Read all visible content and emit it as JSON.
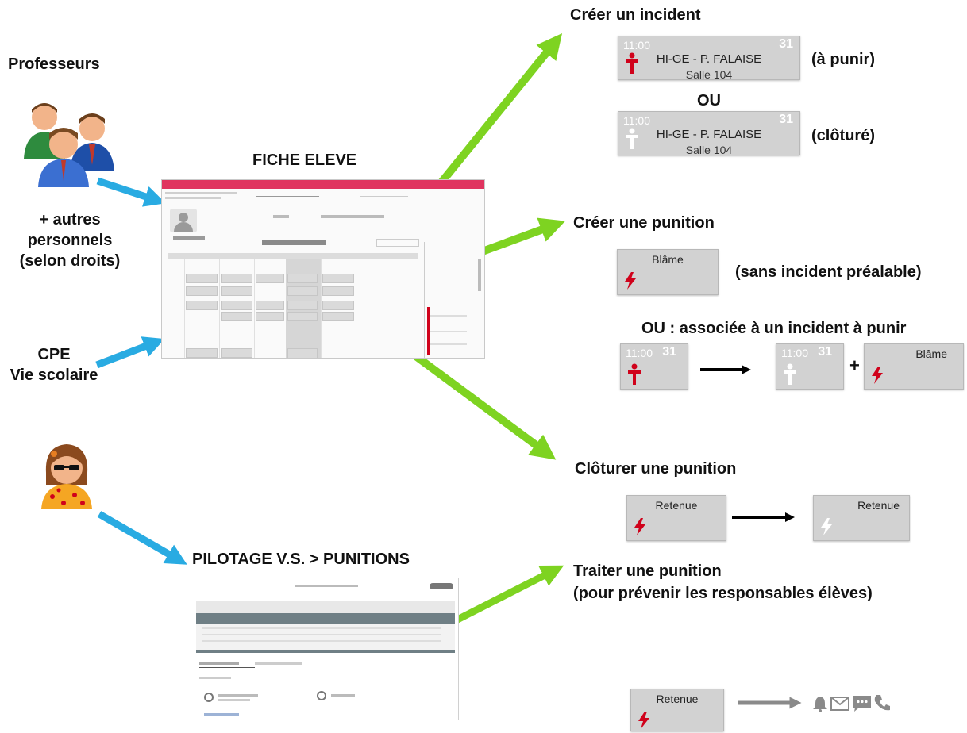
{
  "actors": {
    "teachers": "Professeurs",
    "others": [
      "+ autres",
      "personnels",
      "(selon droits)"
    ],
    "cpe": [
      "CPE",
      "Vie scolaire"
    ]
  },
  "screens": {
    "fiche": "FICHE ELEVE",
    "pilotage": "PILOTAGE V.S. > PUNITIONS"
  },
  "actions": {
    "create_incident": {
      "title": "Créer un incident",
      "card_time": "11:00",
      "card_num": "31",
      "course": "HI-GE - P. FALAISE",
      "room": "Salle 104",
      "note_open": "(à punir)",
      "or": "OU",
      "note_closed": "(clôturé)"
    },
    "create_punishment": {
      "title": "Créer une punition",
      "card_label": "Blâme",
      "note": "(sans incident préalable)",
      "or_line": "OU : associée à un incident à punir",
      "plus": "+"
    },
    "close_punishment": {
      "title": "Clôturer une punition",
      "card_label": "Retenue"
    },
    "process_punishment": {
      "title": [
        "Traiter une punition",
        "(pour prévenir les responsables élèves)"
      ],
      "card_label": "Retenue"
    }
  },
  "colors": {
    "green_arrow": "#7ed321",
    "blue_arrow": "#29abe2",
    "red_icon": "#d0021b",
    "card_bg": "#d2d2d2",
    "pink_bar": "#e0345f"
  }
}
